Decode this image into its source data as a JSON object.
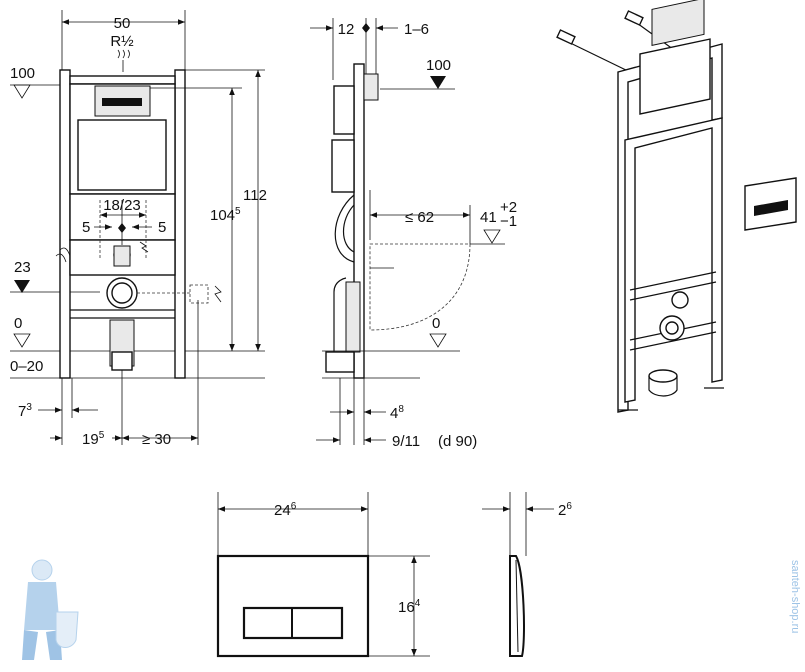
{
  "dimensions": {
    "front_width": "50",
    "thread": "R½",
    "level_top_left": "100",
    "level_23": "23",
    "level_0_left": "0",
    "level_range": "0–20",
    "spacing_18_23": "18/23",
    "offset_5_left": "5",
    "offset_5_right": "5",
    "height_104": "104",
    "height_104_sup": "5",
    "height_112": "112",
    "left_7": "7",
    "left_7_sup": "3",
    "span_19": "19",
    "span_19_sup": "5",
    "span_30": "≥ 30",
    "side_12": "12",
    "side_1_6": "1–6",
    "side_100": "100",
    "side_62": "≤ 62",
    "side_41": "41",
    "side_41_plus": "+2",
    "side_41_minus": "−1",
    "side_level_0": "0",
    "side_4": "4",
    "side_4_sup": "8",
    "side_9_11": "9/11",
    "side_d90": "(d 90)",
    "plate_width": "24",
    "plate_width_sup": "6",
    "plate_height": "16",
    "plate_height_sup": "4",
    "plate_depth": "2",
    "plate_depth_sup": "6"
  },
  "watermark": "santeh-shop.ru",
  "colors": {
    "line": "#111111",
    "background": "#ffffff",
    "watermark": "#9dc3e6"
  }
}
